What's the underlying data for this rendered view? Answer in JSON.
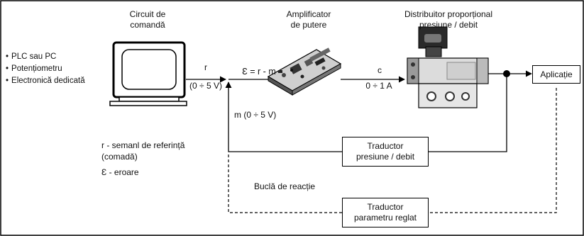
{
  "sources": [
    "PLC sau PC",
    "Potențiometru",
    "Electronică dedicată"
  ],
  "blocks": {
    "circuit": [
      "Circuit de",
      "comandă"
    ],
    "amplifier": [
      "Amplificator",
      "de putere"
    ],
    "distributor": [
      "Distribuitor proporțional",
      "presiune / debit"
    ],
    "application": "Aplicație",
    "transducer_pressure": [
      "Traductor",
      "presiune / debit"
    ],
    "transducer_param": [
      "Traductor",
      "parametru reglat"
    ]
  },
  "signals": {
    "r": "r",
    "r_range": "(0 ÷ 5 V)",
    "error_eq": "Ɛ = r - m",
    "c": "c",
    "c_range": "0 ÷ 1 A",
    "m": "m (0 ÷ 5 V)"
  },
  "legend": {
    "r_desc_1": "r - semanl de referință",
    "r_desc_2": "(comadă)",
    "e_desc": "Ɛ - eroare"
  },
  "loop_label": "Buclă de reacție"
}
